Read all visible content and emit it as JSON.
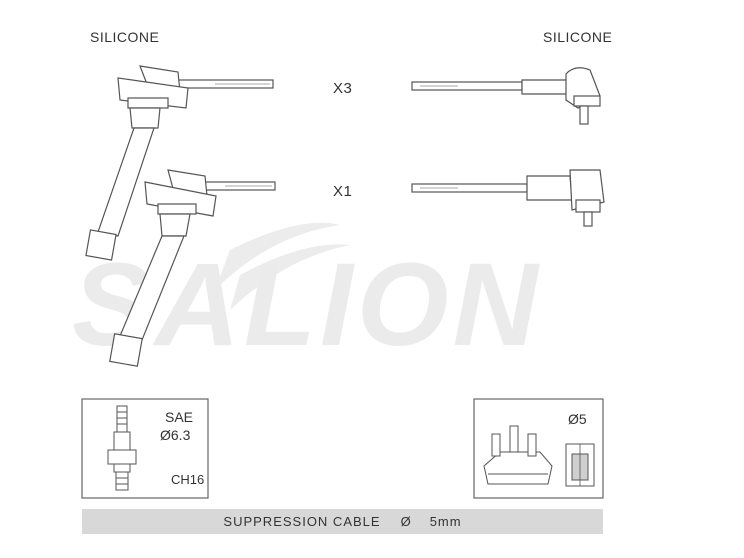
{
  "labels": {
    "left_material": "SILICONE",
    "right_material": "SILICONE",
    "qty_top": "X3",
    "qty_bottom": "X1",
    "brand_watermark": "SALION"
  },
  "plug_box": {
    "standard": "SAE",
    "thread": "Ø6.3",
    "code": "CH16"
  },
  "coil_box": {
    "size": "Ø5"
  },
  "footer": {
    "label": "SUPPRESSION CABLE",
    "symbol": "Ø",
    "value": "5mm"
  },
  "colors": {
    "line": "#555555",
    "watermark": "#e9e9e9",
    "footer_bg": "#d8d8d8"
  }
}
